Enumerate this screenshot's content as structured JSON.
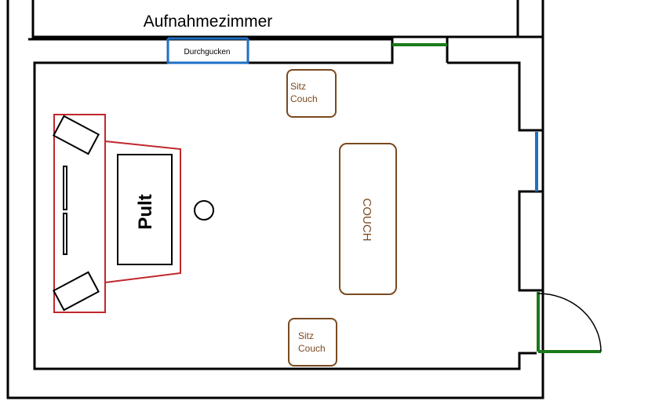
{
  "plan": {
    "room_title": "Aufnahmezimmer",
    "window_label": "Durchgucken",
    "desk_label": "Pult",
    "couch_label": "COUCH",
    "seat_top": {
      "line1": "Sitz",
      "line2": "Couch"
    },
    "seat_bottom": {
      "line1": "Sitz",
      "line2": "Couch"
    }
  },
  "colors": {
    "wall": "#000000",
    "window": "#1f6fc4",
    "door": "#1a7a1a",
    "desk_area": "#c0282d",
    "furniture": "#7a4a20"
  }
}
